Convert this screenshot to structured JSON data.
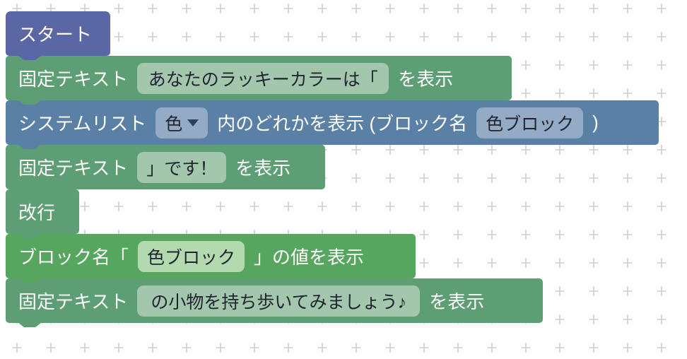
{
  "palette": {
    "start_block": "#5b67a5",
    "text_block": "#5d9e74",
    "list_block": "#5b80a5",
    "value_block": "#57a65f",
    "text_field_bg": "#a3c7ac",
    "list_field_bg": "#93abc4",
    "value_field_bg": "#b3d9ae",
    "grid_mark": "#ccccd0"
  },
  "blocks": {
    "start": {
      "label": "スタート"
    },
    "fixed_text_1": {
      "label": "固定テキスト",
      "field_value": "あなたのラッキーカラーは「",
      "suffix": "を表示"
    },
    "system_list": {
      "label": "システムリスト",
      "dropdown_value": "色",
      "middle_label": "内のどれかを表示 (ブロック名",
      "name_field_value": "色ブロック",
      "closing_label": ")"
    },
    "fixed_text_2": {
      "label": "固定テキスト",
      "field_value": "」です！",
      "suffix": "を表示"
    },
    "newline": {
      "label": "改行"
    },
    "block_value": {
      "prefix": "ブロック名「",
      "field_value": "色ブロック",
      "suffix": "」の値を表示"
    },
    "fixed_text_3": {
      "label": "固定テキスト",
      "field_value": "の小物を持ち歩いてみましょう♪",
      "suffix": "を表示"
    }
  }
}
